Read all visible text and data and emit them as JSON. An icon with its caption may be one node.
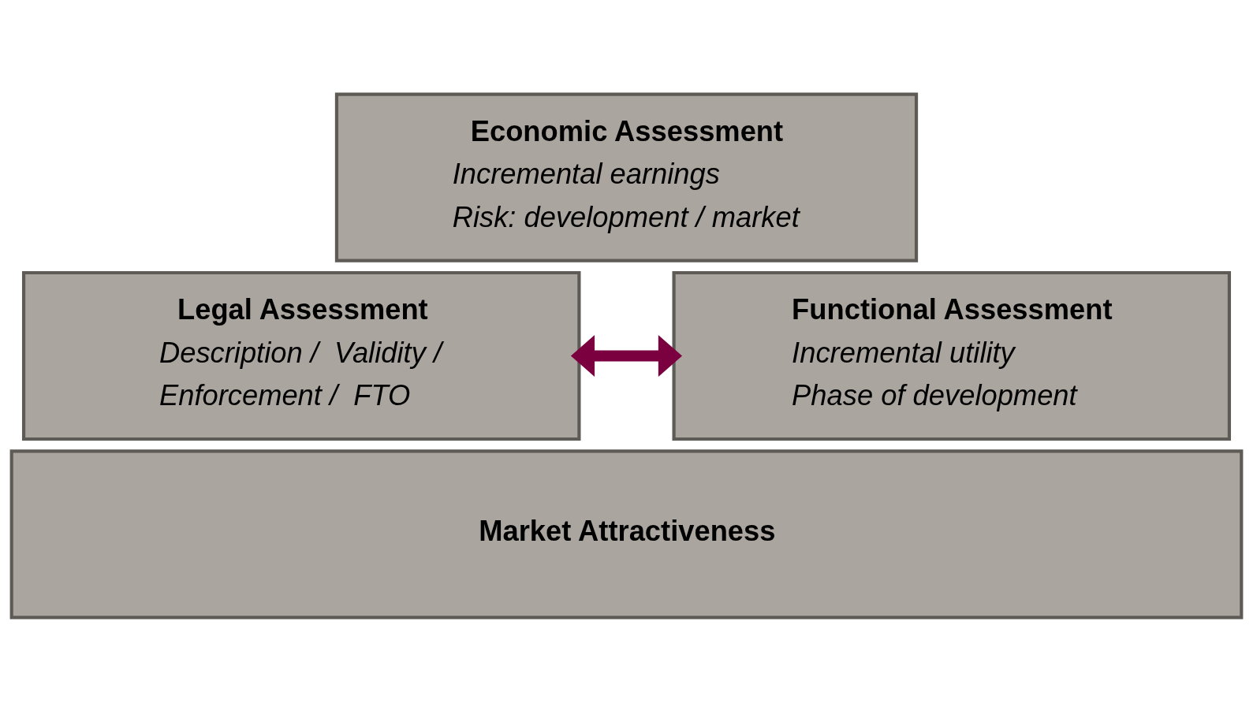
{
  "diagram": {
    "nodes": [
      {
        "text": [
          "Economic Assessment",
          "Incremental earnings",
          "Risk: development / market"
        ]
      },
      {
        "text": [
          "Legal Assessment",
          "Description /  Validity / Enforcement /  FTO"
        ]
      },
      {
        "text": [
          "Functional Assessment",
          "Incremental utility",
          "Phase of development"
        ]
      },
      {
        "text": [
          "Market Attractiveness"
        ]
      }
    ],
    "edges": [
      {
        "from": 1,
        "to": 2,
        "arrow": "both",
        "color": "#7b0040"
      }
    ]
  }
}
